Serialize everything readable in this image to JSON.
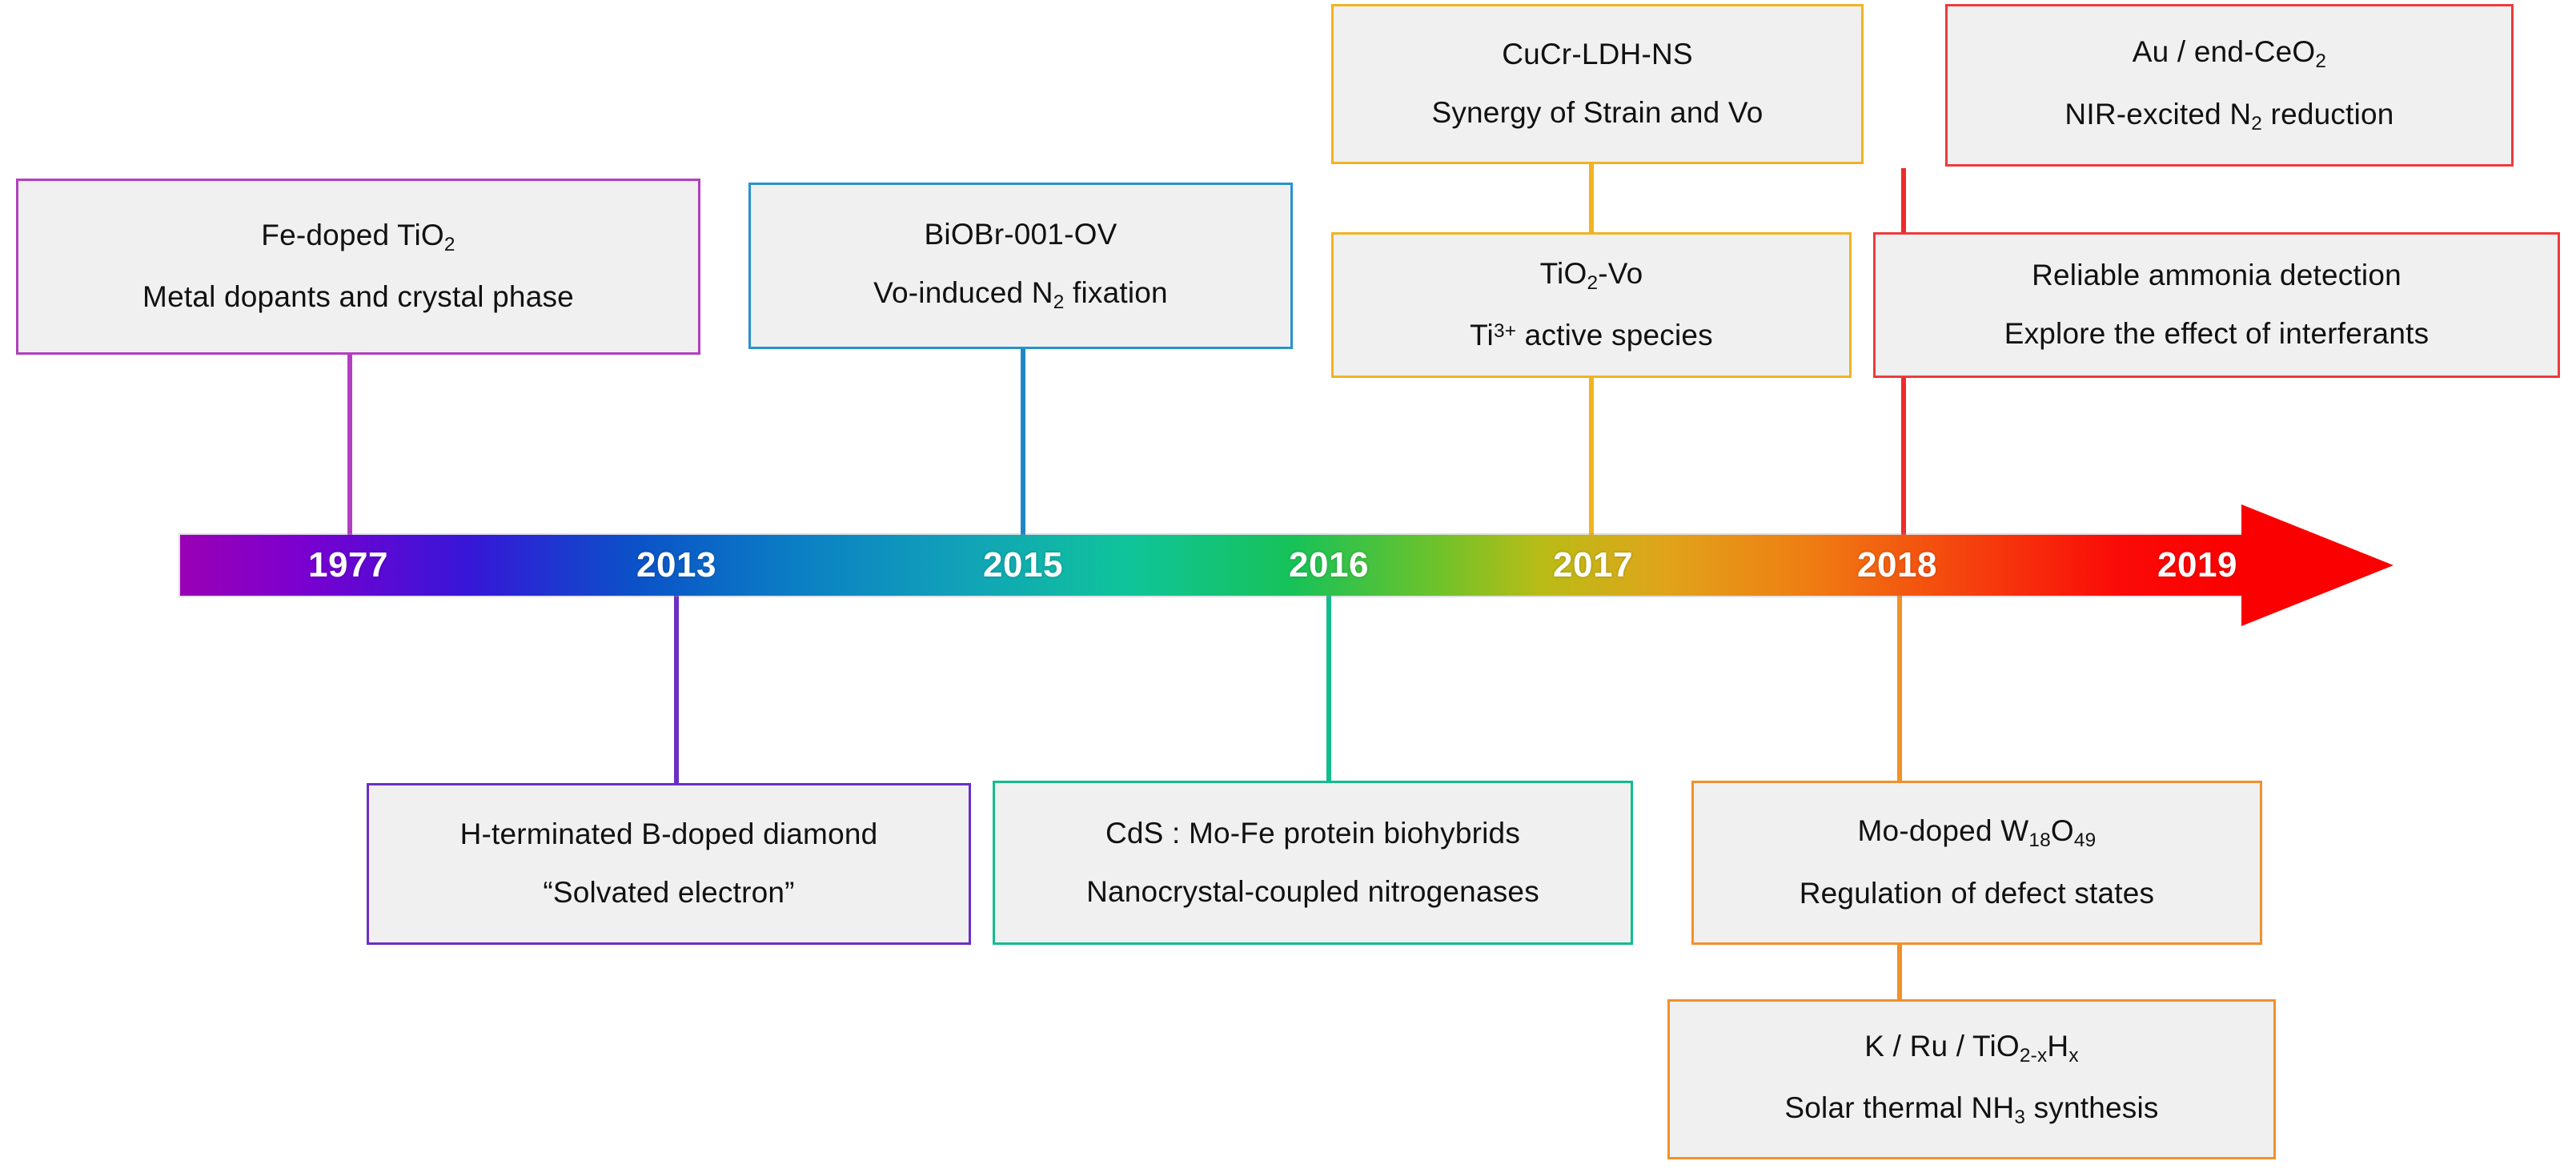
{
  "diagram": {
    "title": "Timeline of photocatalytic nitrogen fixation milestones",
    "type": "timeline",
    "colors": {
      "box_fill": "#f0f0f0",
      "purple": "#b23fc0",
      "violet": "#6b2fc4",
      "blue": "#2693ce",
      "teal": "#12bd8d",
      "yellow": "#f0b323",
      "orange": "#f0912b",
      "red": "#ee3b3b",
      "arrow_tip": "#fb0000"
    }
  },
  "timeline": {
    "years": [
      "1977",
      "2013",
      "2015",
      "2016",
      "2017",
      "2018",
      "2019"
    ],
    "arrow_direction": "right"
  },
  "nodes": [
    {
      "id": "fe-doped-tio2",
      "year": "1977",
      "position": "above",
      "border_color": "#b23fc0",
      "lines": [
        {
          "parts": [
            {
              "t": "Fe-doped TiO"
            },
            {
              "t": "2",
              "k": "sub"
            }
          ]
        },
        {
          "parts": [
            {
              "t": "Metal dopants and crystal phase"
            }
          ]
        }
      ]
    },
    {
      "id": "biobr-001-ov",
      "year": "2015",
      "position": "above",
      "border_color": "#2693ce",
      "lines": [
        {
          "parts": [
            {
              "t": "BiOBr-001-OV"
            }
          ]
        },
        {
          "parts": [
            {
              "t": "Vo-induced N"
            },
            {
              "t": "2",
              "k": "sub"
            },
            {
              "t": " fixation"
            }
          ]
        }
      ]
    },
    {
      "id": "cucr-ldh-ns",
      "year": "2017",
      "position": "above-far",
      "border_color": "#f0b323",
      "lines": [
        {
          "parts": [
            {
              "t": "CuCr-LDH-NS"
            }
          ]
        },
        {
          "parts": [
            {
              "t": "Synergy of Strain and Vo"
            }
          ]
        }
      ]
    },
    {
      "id": "tio2-vo",
      "year": "2017",
      "position": "above",
      "border_color": "#f0b323",
      "lines": [
        {
          "parts": [
            {
              "t": "TiO"
            },
            {
              "t": "2",
              "k": "sub"
            },
            {
              "t": "-Vo"
            }
          ]
        },
        {
          "parts": [
            {
              "t": "Ti"
            },
            {
              "t": "3+",
              "k": "sup"
            },
            {
              "t": " active species"
            }
          ]
        }
      ]
    },
    {
      "id": "au-end-ceo2",
      "year": "2019",
      "position": "above-far",
      "border_color": "#ee3b3b",
      "lines": [
        {
          "parts": [
            {
              "t": "Au / end-CeO"
            },
            {
              "t": "2",
              "k": "sub"
            }
          ]
        },
        {
          "parts": [
            {
              "t": "NIR-excited N"
            },
            {
              "t": "2",
              "k": "sub"
            },
            {
              "t": " reduction"
            }
          ]
        }
      ]
    },
    {
      "id": "ammonia-detection",
      "year": "2019",
      "position": "above",
      "border_color": "#ee3b3b",
      "lines": [
        {
          "parts": [
            {
              "t": "Reliable ammonia detection"
            }
          ]
        },
        {
          "parts": [
            {
              "t": "Explore the effect of interferants"
            }
          ]
        }
      ]
    },
    {
      "id": "b-doped-diamond",
      "year": "2013",
      "position": "below",
      "border_color": "#6b2fc4",
      "lines": [
        {
          "parts": [
            {
              "t": "H-terminated  B-doped  diamond"
            }
          ]
        },
        {
          "parts": [
            {
              "t": "“Solvated electron”"
            }
          ]
        }
      ]
    },
    {
      "id": "cds-mofe-biohybrids",
      "year": "2016",
      "position": "below",
      "border_color": "#12bd8d",
      "lines": [
        {
          "parts": [
            {
              "t": "CdS : Mo-Fe protein biohybrids"
            }
          ]
        },
        {
          "parts": [
            {
              "t": "Nanocrystal-coupled  nitrogenases"
            }
          ]
        }
      ]
    },
    {
      "id": "mo-doped-w18o49",
      "year": "2018",
      "position": "below",
      "border_color": "#f0912b",
      "lines": [
        {
          "parts": [
            {
              "t": "Mo-doped W"
            },
            {
              "t": "18",
              "k": "sub"
            },
            {
              "t": "O"
            },
            {
              "t": "49",
              "k": "sub"
            }
          ]
        },
        {
          "parts": [
            {
              "t": "Regulation of defect states"
            }
          ]
        }
      ]
    },
    {
      "id": "k-ru-tio2xhx",
      "year": "2018",
      "position": "below-far",
      "border_color": "#f0912b",
      "lines": [
        {
          "parts": [
            {
              "t": "K / Ru / TiO"
            },
            {
              "t": "2-x",
              "k": "sub"
            },
            {
              "t": "H"
            },
            {
              "t": "x",
              "k": "sub"
            }
          ]
        },
        {
          "parts": [
            {
              "t": "Solar thermal NH"
            },
            {
              "t": "3",
              "k": "sub"
            },
            {
              "t": " synthesis"
            }
          ]
        }
      ]
    }
  ]
}
